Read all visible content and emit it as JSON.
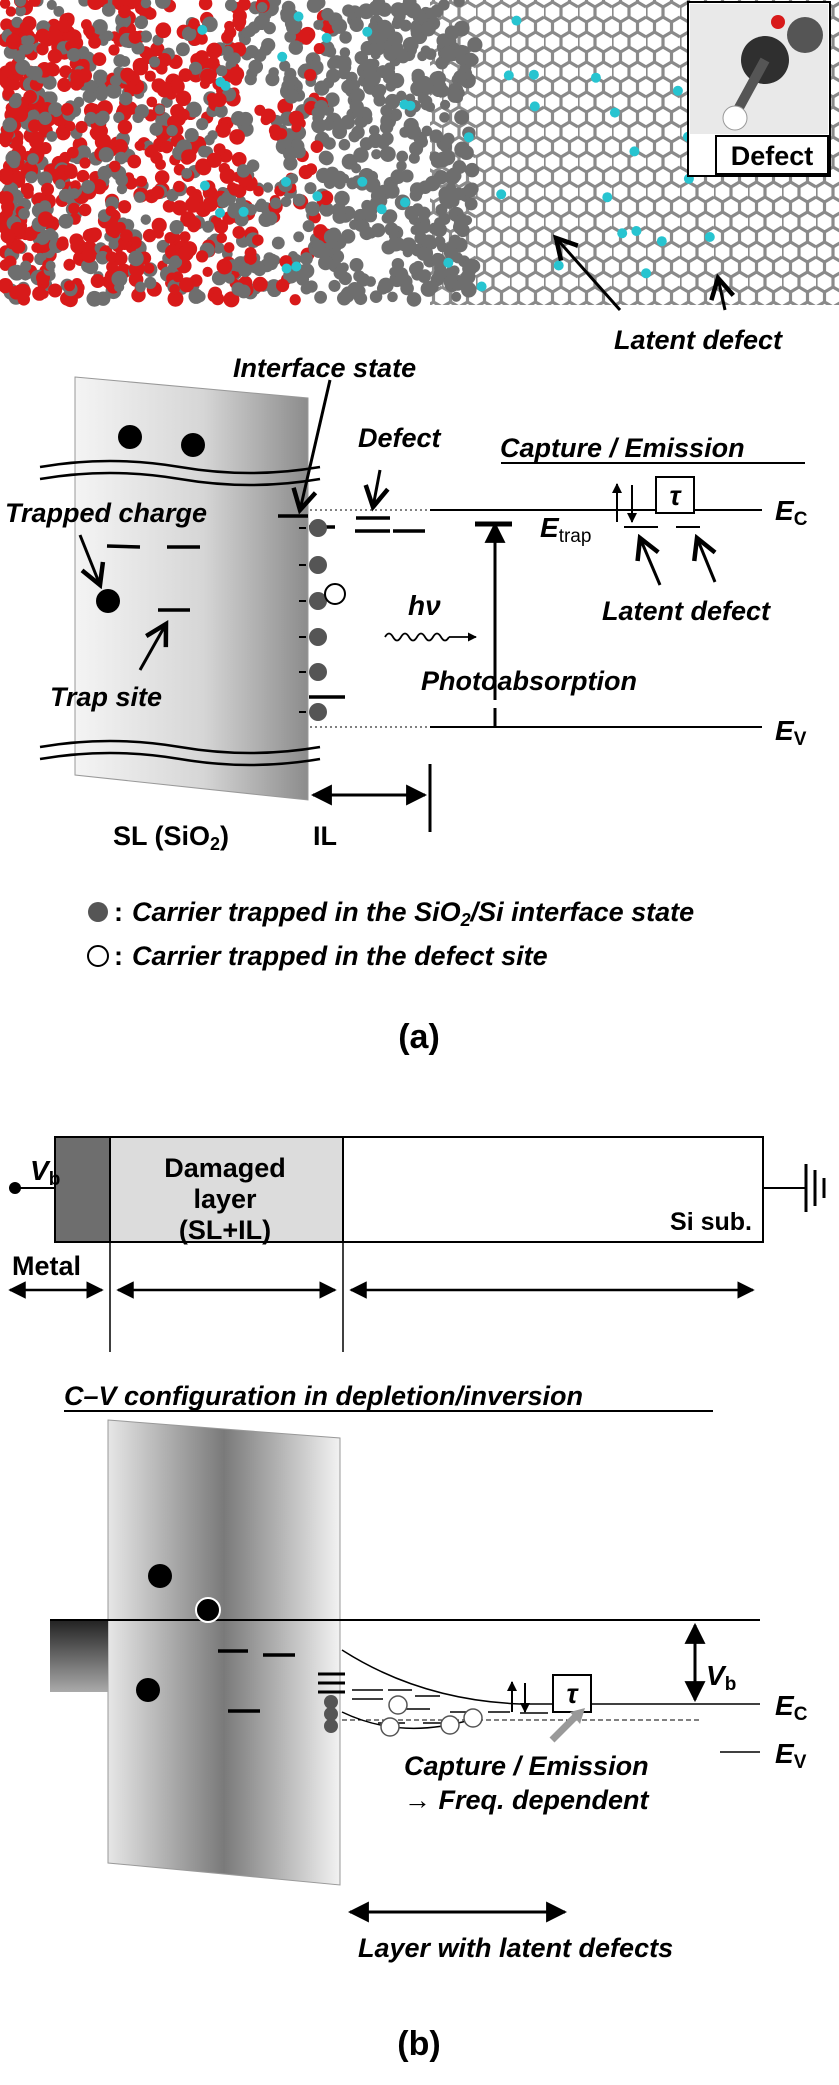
{
  "panel_a": {
    "atom_colors": {
      "si": "#6e6e6e",
      "o": "#d81a1a",
      "h": "#27c4d0"
    },
    "inset_label": "Defect",
    "latent_defect_top": "Latent defect",
    "interface_state": "Interface state",
    "defect": "Defect",
    "capture_emission": "Capture / Emission",
    "tau": "τ",
    "ec_main": "E",
    "ec_sub": "C",
    "ev_main": "E",
    "ev_sub": "V",
    "etrap_main": "E",
    "etrap_sub": "trap",
    "trapped_charge": "Trapped charge",
    "trap_site": "Trap site",
    "hv": "hν",
    "photoabsorption": "Photoabsorption",
    "latent_defect_band": "Latent defect",
    "sl_label": "SL (SiO",
    "sl_sub": "2",
    "sl_close": ")",
    "il_label": "IL",
    "legend_filled_colon": ":",
    "legend_filled_text": "Carrier trapped in the SiO",
    "legend_filled_sub": "2",
    "legend_filled_text2": "/Si interface state",
    "legend_open_colon": ":",
    "legend_open_text": "Carrier trapped in the defect site",
    "caption": "(a)"
  },
  "panel_b": {
    "vb_main": "V",
    "vb_sub": "b",
    "damaged_line1": "Damaged",
    "damaged_line2": "layer",
    "damaged_line3": "(SL+IL)",
    "si_sub": "Si sub.",
    "metal": "Metal",
    "cv_title": "C–V configuration in depletion/inversion",
    "vb2_main": "V",
    "vb2_sub": "b",
    "ec_main": "E",
    "ec_sub": "C",
    "ev_main": "E",
    "ev_sub": "V",
    "tau": "τ",
    "capture_line1": "Capture / Emission",
    "capture_line2": "→ Freq. dependent",
    "latent_layer": "Layer with latent defects",
    "caption": "(b)"
  }
}
